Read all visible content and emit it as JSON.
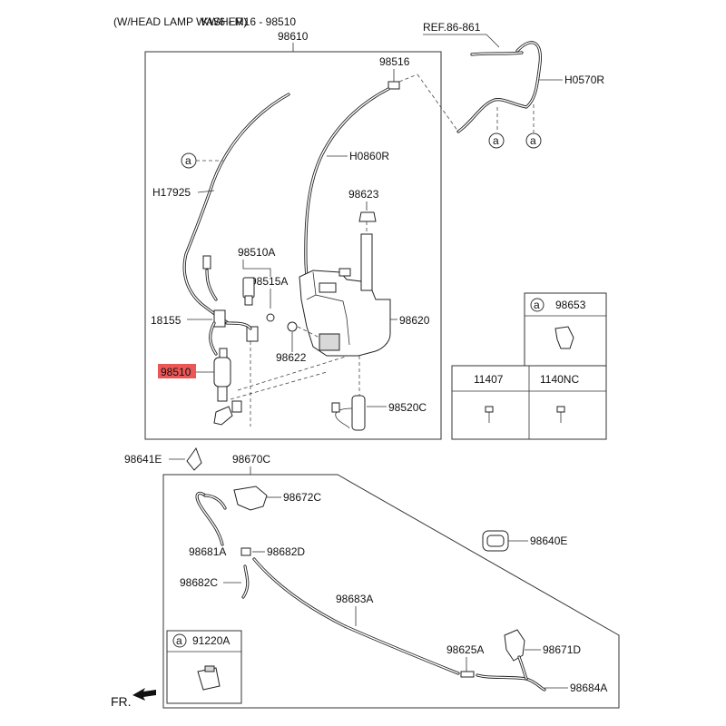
{
  "header": {
    "title": "(W/HEAD LAMP WASHER)",
    "overlap_text": "KW6 - M16 - 98510"
  },
  "ref_label": "REF.86-861",
  "circle_letter": "a",
  "labels": {
    "top_box": "98610",
    "p98516": "98516",
    "h0570r": "H0570R",
    "h0860r": "H0860R",
    "h17925": "H17925",
    "p98623": "98623",
    "p98510a": "98510A",
    "p98515a": "98515A",
    "p18155": "18155",
    "p98620": "98620",
    "p98622": "98622",
    "p98510": "98510",
    "p98520c": "98520C",
    "p98641e": "98641E",
    "p98670c": "98670C",
    "p98672c": "98672C",
    "p98681a": "98681A",
    "p98682d": "98682D",
    "p98682c": "98682C",
    "p98640e": "98640E",
    "p98683a": "98683A",
    "p98625a": "98625A",
    "p98671d": "98671D",
    "p98684a": "98684A",
    "fr": "FR."
  },
  "inset_right": {
    "header_letter": "a",
    "header_part": "98653",
    "col1": "11407",
    "col2": "1140NC"
  },
  "inset_bottom": {
    "header_letter": "a",
    "header_part": "91220A"
  },
  "colors": {
    "highlight": "#e83a3a",
    "line": "#333333"
  }
}
